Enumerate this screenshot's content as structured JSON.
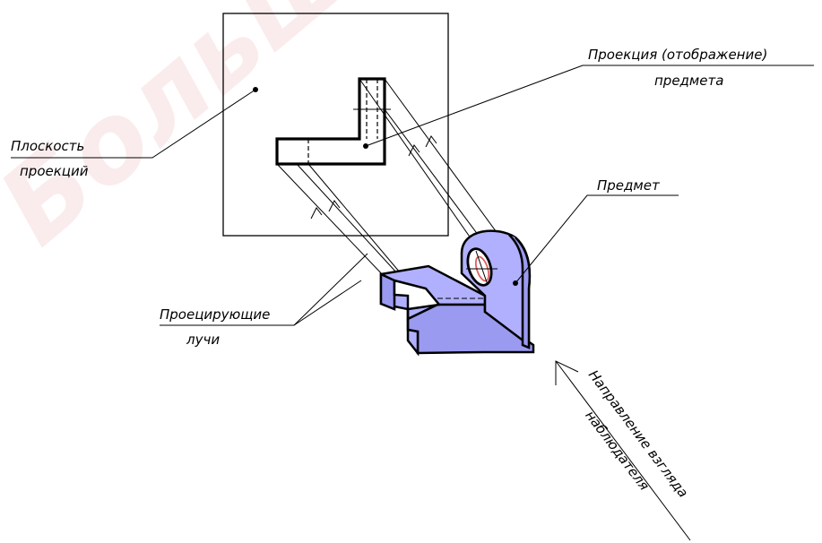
{
  "labels": {
    "plane_line1": "Плоскость",
    "plane_line2": "проекций",
    "projection_line1": "Проекция (отображение)",
    "projection_line2": "предмета",
    "object": "Предмет",
    "rays_line1": "Проецирующие",
    "rays_line2": "лучи",
    "view_line1": "Направление взгляда",
    "view_line2": "наблюдателя"
  },
  "watermark": "Больше",
  "colors": {
    "object_fill": "#b0b0ff",
    "object_fill_dark": "#9a9af0",
    "hole_red": "#e06060",
    "line": "#000000",
    "watermark": "#f3c9c9"
  }
}
